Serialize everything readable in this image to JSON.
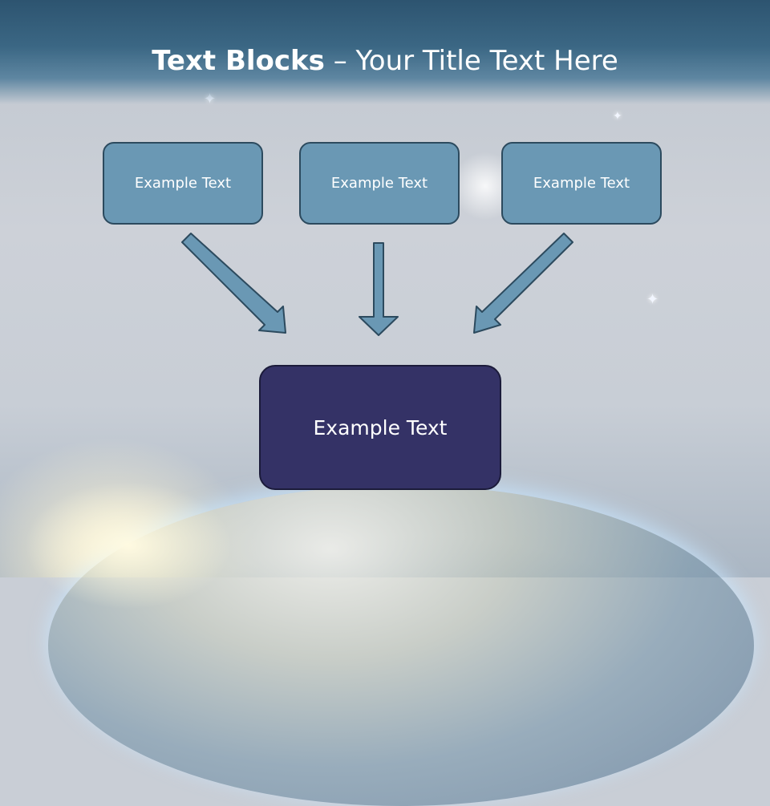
{
  "slide": {
    "title_bold": "Text Blocks",
    "title_dash": "–",
    "title_rest": "Your Title Text Here"
  },
  "blocks": {
    "left": "Example Text",
    "center": "Example Text",
    "right": "Example Text",
    "main": "Example Text"
  },
  "colors": {
    "banner": "#3b6784",
    "top_box_fill": "#6a98b4",
    "main_box_fill": "#343266",
    "arrow_fill": "#6a98b4",
    "arrow_stroke": "#2c4a5e"
  }
}
